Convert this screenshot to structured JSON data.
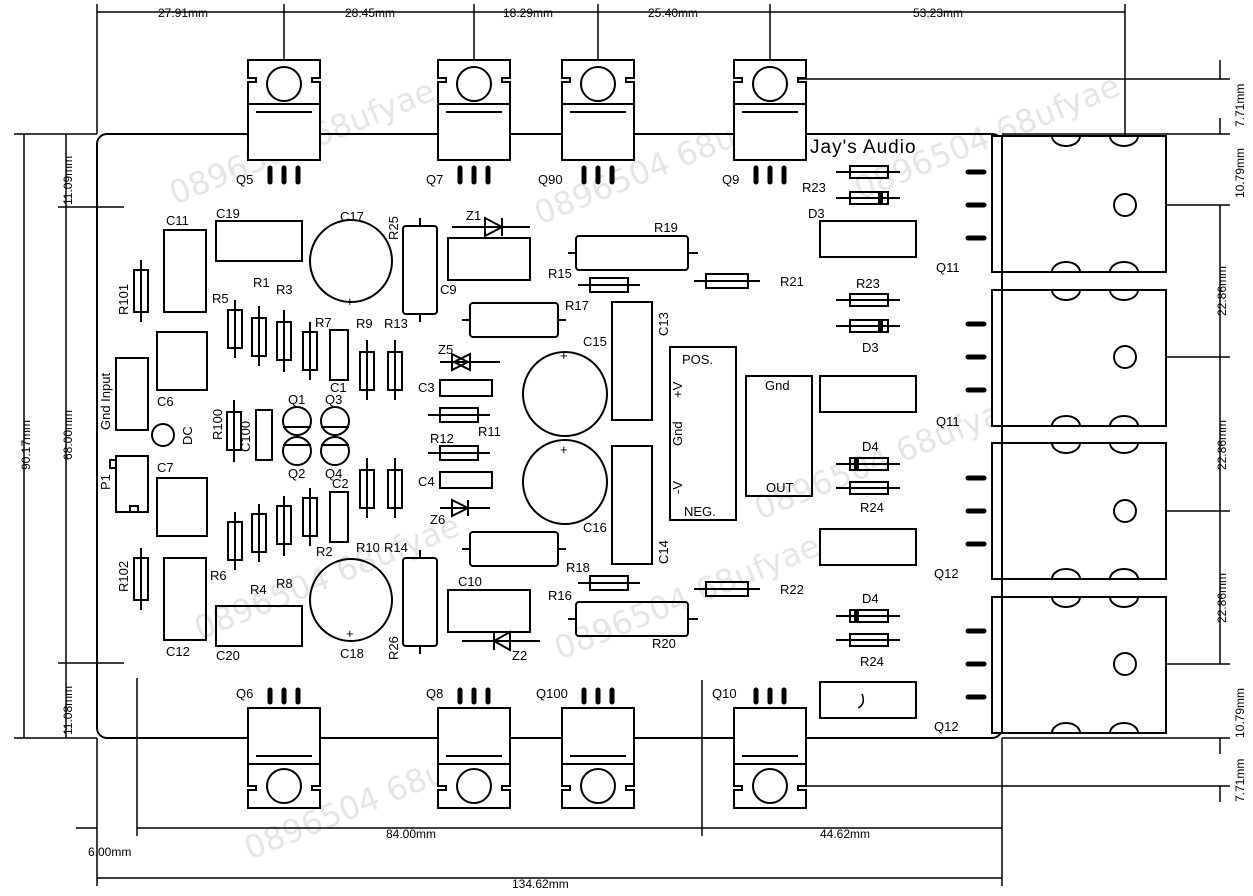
{
  "brand": "Jay's Audio",
  "dimensions": {
    "top": [
      "27.91mm",
      "28.45mm",
      "18.29mm",
      "25.40mm",
      "53.23mm"
    ],
    "bottom_84": "84.00mm",
    "bottom_44": "44.62mm",
    "bottom_6": "6.00mm",
    "bottom_total": "134.62mm",
    "left_total": "90.17mm",
    "left_inner": "68.00mm",
    "left_top": "11.09mm",
    "left_bottom": "11.08mm",
    "right_771_top": "7.71mm",
    "right_1079_top": "10.79mm",
    "right_2286_a": "22.86mm",
    "right_2286_b": "22.86mm",
    "right_2286_c": "22.86mm",
    "right_1079_bot": "10.79mm",
    "right_771_bot": "7.71mm"
  },
  "transistors": {
    "q5": "Q5",
    "q7": "Q7",
    "q90": "Q90",
    "q9": "Q9",
    "q6": "Q6",
    "q8": "Q8",
    "q100": "Q100",
    "q10": "Q10",
    "q11a": "Q11",
    "q11b": "Q11",
    "q12a": "Q12",
    "q12b": "Q12",
    "q1": "Q1",
    "q2": "Q2",
    "q3": "Q3",
    "q4": "Q4"
  },
  "labels": {
    "c11": "C11",
    "c19": "C19",
    "c17": "C17",
    "r25": "R25",
    "z1": "Z1",
    "r19": "R19",
    "r15": "R15",
    "r21": "R21",
    "r23a": "R23",
    "d3a": "D3",
    "c9": "C9",
    "r17": "R17",
    "c13": "C13",
    "r23b": "R23",
    "d3b": "D3",
    "r101": "R101",
    "r5": "R5",
    "r1": "R1",
    "r3": "R3",
    "r7": "R7",
    "r9": "R9",
    "r13": "R13",
    "z5": "Z5",
    "c15": "C15",
    "gnd_input": "Gnd Input",
    "c6": "C6",
    "dc": "DC",
    "c3": "C3",
    "r11": "R11",
    "r100": "R100",
    "c100": "C100",
    "c1": "C1",
    "r12": "R12",
    "c4": "C4",
    "z6": "Z6",
    "c2": "C2",
    "c7": "C7",
    "p1": "P1",
    "c16": "C16",
    "c14": "C14",
    "r102": "R102",
    "r6": "R6",
    "r8": "R8",
    "r2": "R2",
    "r10": "R10",
    "r14": "R14",
    "r18": "R18",
    "r16": "R16",
    "r22": "R22",
    "c10": "C10",
    "r4": "R4",
    "c12": "C12",
    "c20": "C20",
    "c18": "C18",
    "r26": "R26",
    "z2": "Z2",
    "r20": "R20",
    "d4a": "D4",
    "r24a": "R24",
    "d4b": "D4",
    "r24b": "R24"
  },
  "power_block": {
    "pos": "POS.",
    "plus": "+V",
    "gnd": "Gnd",
    "minus": "-V",
    "neg": "NEG."
  },
  "output_block": {
    "gnd": "Gnd",
    "out": "OUT"
  },
  "watermark": "0896504 68ufyae"
}
